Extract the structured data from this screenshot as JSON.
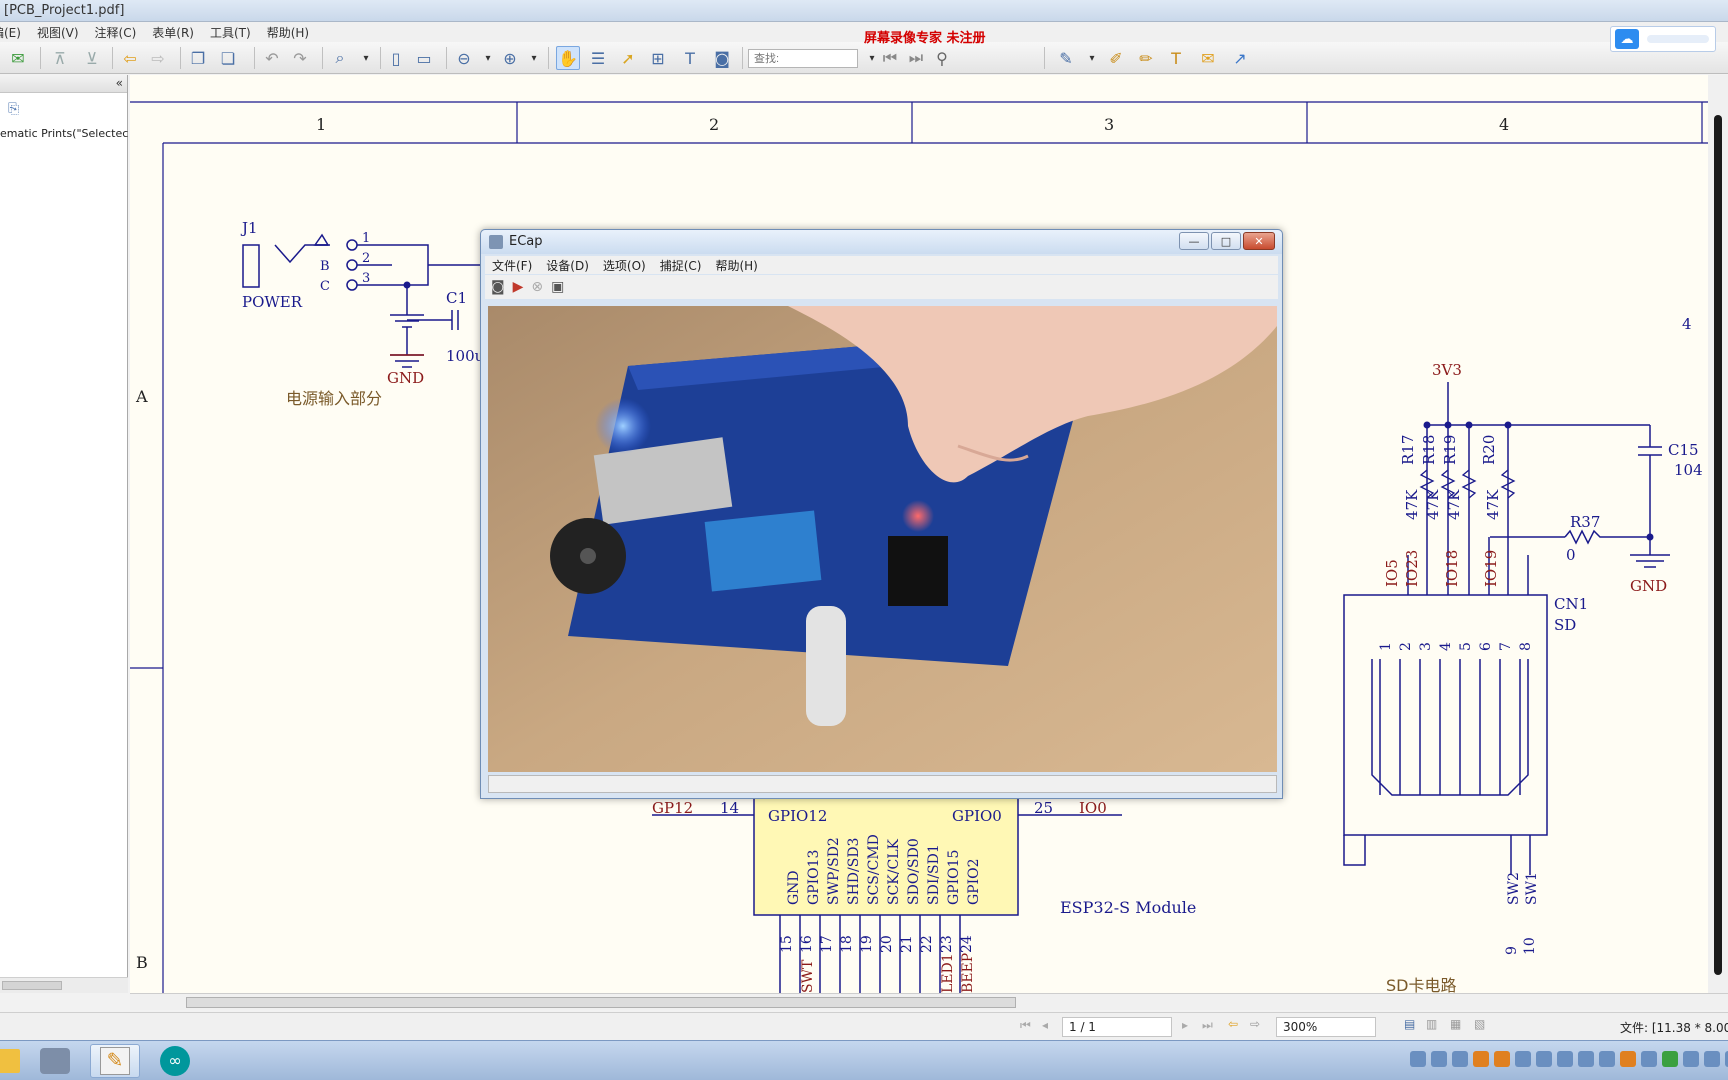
{
  "window": {
    "title": "[PCB_Project1.pdf]",
    "recorder_notice": "屏幕录像专家  未注册"
  },
  "menu": [
    "编(E)",
    "视图(V)",
    "注释(C)",
    "表单(R)",
    "工具(T)",
    "帮助(H)"
  ],
  "toolbar": {
    "search_placeholder": "查找:"
  },
  "left_panel": {
    "item_text": "ematic Prints(\"Selectec",
    "collapse_glyph": "«"
  },
  "schematic": {
    "columns": [
      "1",
      "2",
      "3",
      "4"
    ],
    "rows": [
      "A",
      "B"
    ],
    "power_block": {
      "connector": "J1",
      "connector_label": "POWER",
      "pins": [
        "1",
        "2",
        "3"
      ],
      "pin_letters": [
        "B",
        "C"
      ],
      "cap_ref": "C1",
      "cap_value": "100u",
      "gnd": "GND",
      "section": "电源输入部分"
    },
    "sd_block": {
      "supply": "3V3",
      "resistors": [
        "R17",
        "R18",
        "R19",
        "R20"
      ],
      "resistor_value": "47K",
      "cap_ref": "C15",
      "cap_value": "104",
      "r37_ref": "R37",
      "r37_value": "0",
      "gnd": "GND",
      "nets": [
        "IO5",
        "IO23",
        "IO18",
        "IO19"
      ],
      "connector_ref": "CN1",
      "connector_type": "SD",
      "pins": [
        "1",
        "2",
        "3",
        "4",
        "5",
        "6",
        "7",
        "8"
      ],
      "switch_pins": [
        "SW2",
        "SW1"
      ],
      "bottom_pins": [
        "9",
        "10"
      ],
      "section": "SD卡电路",
      "edge_fragment": "4"
    },
    "esp32": {
      "module_label": "ESP32-S Module",
      "left_net": "GP12",
      "left_pin_num": "14",
      "left_pin_name": "GPIO12",
      "right_pin_name": "GPIO0",
      "right_pin_num": "25",
      "right_net": "IO0",
      "bottom_pins": [
        "GND",
        "GPIO13",
        "SWP/SD2",
        "SHD/SD3",
        "SCS/CMD",
        "SCK/CLK",
        "SDO/SD0",
        "SDI/SD1",
        "GPIO15",
        "GPIO2"
      ],
      "bottom_nums": [
        "15",
        "16",
        "17",
        "18",
        "19",
        "20",
        "21",
        "22",
        "23",
        "24"
      ],
      "bottom_nets": [
        "SWT",
        "LED1",
        "BEEP"
      ]
    }
  },
  "ecap": {
    "title": "ECap",
    "menu": [
      "文件(F)",
      "设备(D)",
      "选项(O)",
      "捕捉(C)",
      "帮助(H)"
    ],
    "buttons": {
      "minimize": "—",
      "maximize": "□",
      "close": "✕"
    }
  },
  "status": {
    "page": "1 / 1",
    "zoom": "300%",
    "file_info": "文件: [11.38 * 8.00"
  },
  "colors": {
    "schematic_line": "#1a1a8c",
    "net_label": "#8b1a1a",
    "module_fill": "#fff8b5",
    "accent": "#2d8cf0"
  }
}
